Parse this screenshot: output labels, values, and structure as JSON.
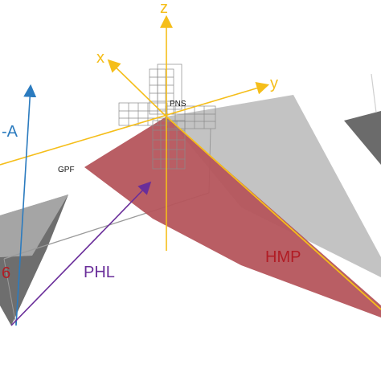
{
  "labels": {
    "z_axis": "z",
    "x_axis": "x",
    "y_axis": "y",
    "pns": "PNS",
    "gpf": "GPF",
    "hmp": "HMP",
    "phl": "PHL",
    "left_axis": "-A",
    "left_number": "6"
  },
  "colors": {
    "axes": "#F5BE1A",
    "hmp_plane": "#B5555C",
    "gray_plane": "#BDBDBD",
    "dark_gray_plane": "#6B6B6B",
    "phl_arrow": "#6A2E9A",
    "blue_arrow": "#2B7BBF",
    "grid": "#8A8A8A",
    "text_red": "#B11C24"
  }
}
